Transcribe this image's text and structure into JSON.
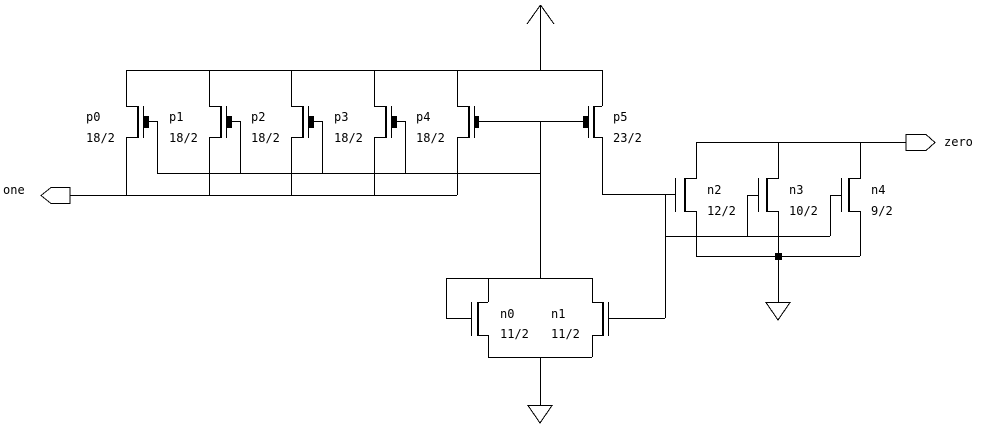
{
  "ports": {
    "input": "one",
    "output": "zero"
  },
  "transistors": [
    {
      "name": "p0",
      "size": "18/2"
    },
    {
      "name": "p1",
      "size": "18/2"
    },
    {
      "name": "p2",
      "size": "18/2"
    },
    {
      "name": "p3",
      "size": "18/2"
    },
    {
      "name": "p4",
      "size": "18/2"
    },
    {
      "name": "p5",
      "size": "23/2"
    },
    {
      "name": "n2",
      "size": "12/2"
    },
    {
      "name": "n3",
      "size": "10/2"
    },
    {
      "name": "n4",
      "size": "9/2"
    },
    {
      "name": "n0",
      "size": "11/2"
    },
    {
      "name": "n1",
      "size": "11/2"
    }
  ]
}
